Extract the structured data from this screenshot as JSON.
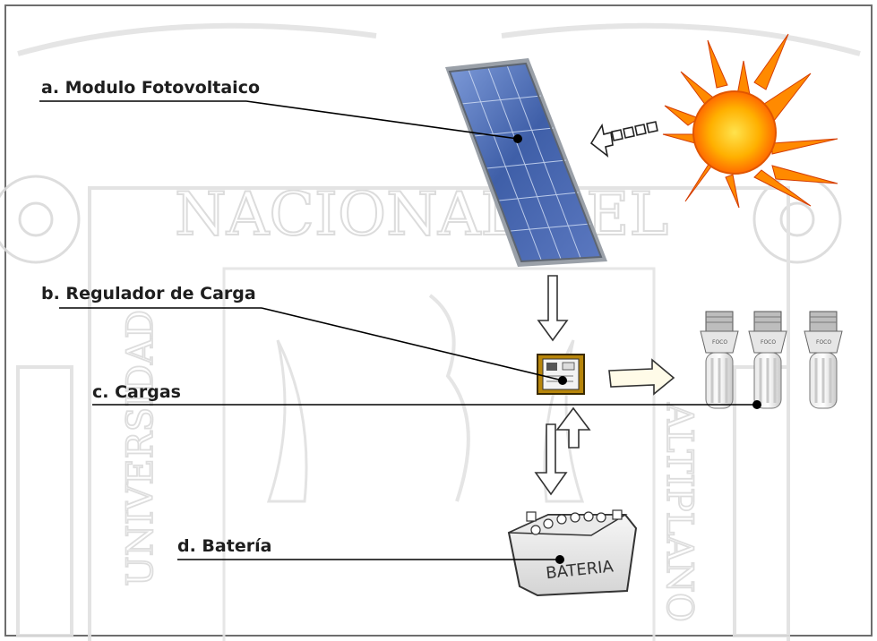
{
  "labels": {
    "modulo": "a. Modulo Fotovoltaico",
    "regulador": "b. Regulador de Carga",
    "cargas": "c. Cargas",
    "bateria": "d. Batería"
  },
  "battery_text": "BATERIA",
  "bulb_cap_text": "FOCO",
  "watermark": {
    "top_text": "NACIONAL   DEL",
    "left_vertical": "UNIVERSIDAD",
    "right_vertical": "ALTIPLANO"
  },
  "colors": {
    "panel": "#3f5fa8",
    "panel_light": "#7d9ad8",
    "frame": "#9aa0a8",
    "sun": "#ff8a00",
    "sun_core": "#ffd200",
    "line": "#000000"
  }
}
